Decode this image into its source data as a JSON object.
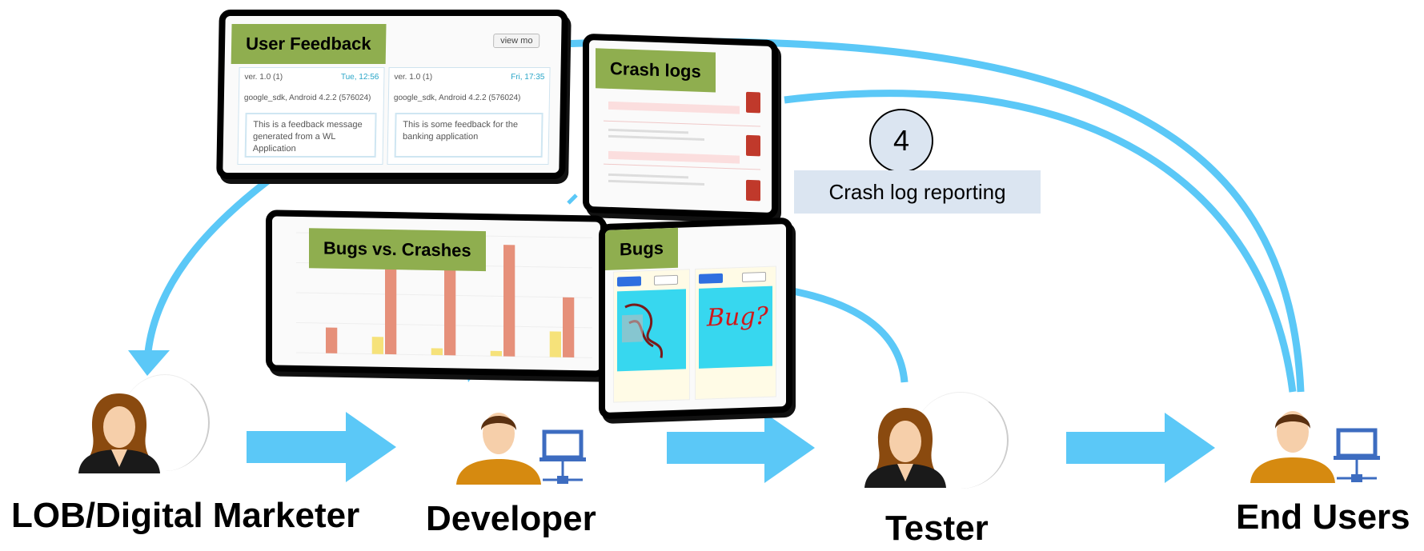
{
  "panels": {
    "user_feedback": {
      "tag": "User Feedback",
      "view_more": "view mo",
      "cards": [
        {
          "version": "ver. 1.0 (1)",
          "time": "Tue, 12:56",
          "device": "google_sdk, Android 4.2.2 (576024)",
          "message": "This is a feedback message generated from a WL Application"
        },
        {
          "version": "ver. 1.0 (1)",
          "time": "Fri, 17:35",
          "device": "google_sdk, Android 4.2.2 (576024)",
          "message": "This is some feedback for the banking application"
        }
      ]
    },
    "crash_logs": {
      "tag": "Crash logs"
    },
    "bugs_vs_crashes": {
      "tag": "Bugs vs. Crashes",
      "chart_data": {
        "type": "bar",
        "categories": [
          "",
          "",
          "",
          "",
          ""
        ],
        "series": [
          {
            "name": "",
            "color": "#f6e27a",
            "values": [
              0,
              10,
              4,
              3,
              15
            ]
          },
          {
            "name": "",
            "color": "#e6907a",
            "values": [
              15,
              65,
              50,
              65,
              35
            ]
          }
        ],
        "ylim": [
          0,
          70
        ]
      }
    },
    "bugs": {
      "tag": "Bugs",
      "sketch_text": "Bug?"
    }
  },
  "annotation": {
    "number": "4",
    "label": "Crash log reporting"
  },
  "roles": [
    {
      "label": "LOB/Digital Marketer",
      "icon": "female-user-icon"
    },
    {
      "label": "Developer",
      "icon": "male-user-laptop-icon"
    },
    {
      "label": "Tester",
      "icon": "female-user-icon"
    },
    {
      "label": "End Users",
      "icon": "male-user-laptop-icon"
    }
  ],
  "colors": {
    "arrow": "#5bc8f7",
    "tag_bg": "#8fae4f",
    "note_bg": "#dbe5f1",
    "laptop": "#3d6cc0",
    "shirt": "#d68a10",
    "hair_female": "#8a4a0f",
    "hair_male": "#5a3010"
  }
}
